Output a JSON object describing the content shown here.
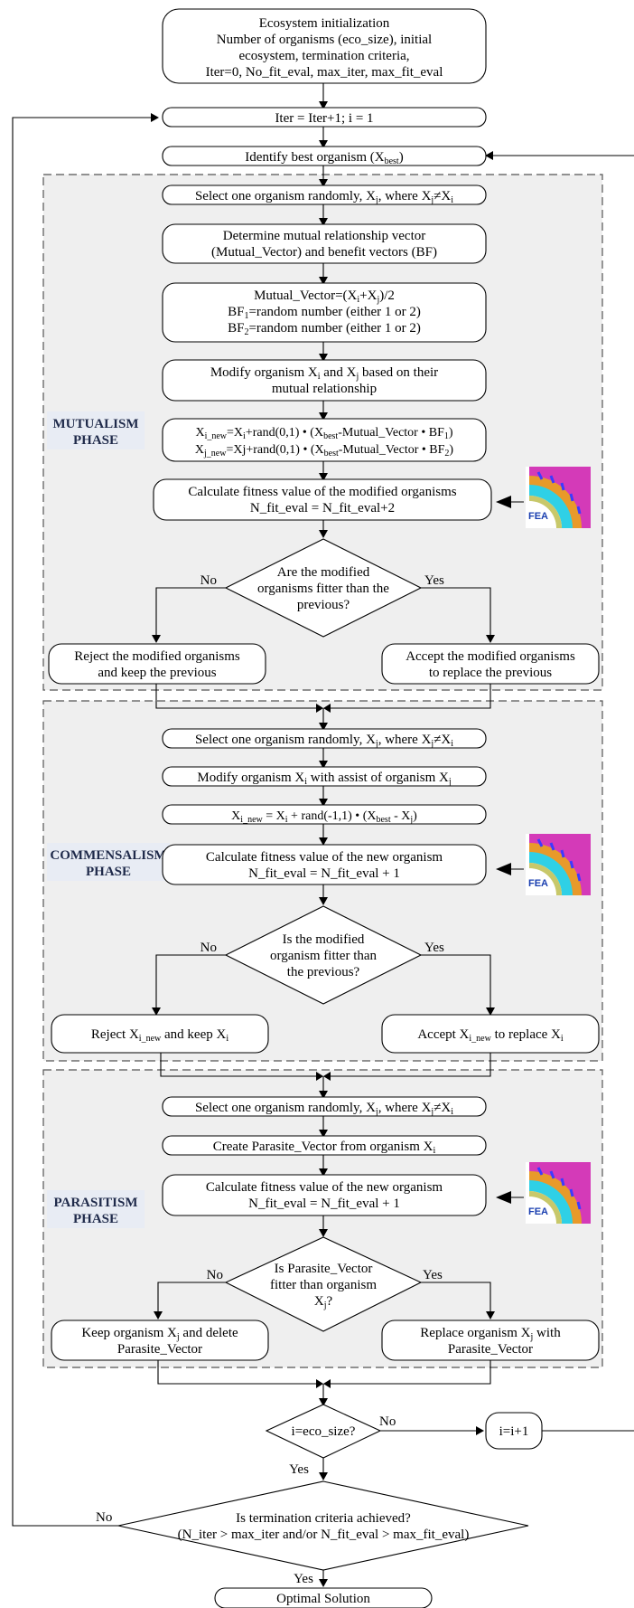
{
  "start": {
    "line1": "Ecosystem initialization",
    "line2": "Number of organisms (eco_size), initial",
    "line3": "ecosystem, termination criteria,",
    "line4": "Iter=0, No_fit_eval, max_iter, max_fit_eval"
  },
  "iter_box": "Iter = Iter+1; i = 1",
  "best_box": {
    "text": "Identify best organism (X",
    "sub": "best",
    "tail": ")"
  },
  "mutualism": {
    "label1": "MUTUALISM",
    "label2": "PHASE",
    "select": {
      "a": "Select one organism randomly, X",
      "b": "j",
      "c": ", where X",
      "d": "j",
      "e": "≠X",
      "f": "i"
    },
    "determine1": "Determine mutual relationship vector",
    "determine2": "(Mutual_Vector) and benefit vectors (BF)",
    "mv": {
      "a": "Mutual_Vector=(X",
      "b": "i",
      "c": "+X",
      "d": "j",
      "e": ")/2"
    },
    "bf1": {
      "a": "BF",
      "b": "1",
      "c": "=random number (either 1 or 2)"
    },
    "bf2": {
      "a": "BF",
      "b": "2",
      "c": "=random number (either 1 or 2)"
    },
    "modify1": {
      "a": "Modify organism X",
      "b": "i",
      "c": " and X",
      "d": "j",
      "e": " based on their"
    },
    "modify2": "mutual relationship",
    "upd1": {
      "a": "X",
      "b": "i_new",
      "c": "=X",
      "d": "i",
      "e": "+rand(0,1) • (X",
      "f": "best",
      "g": "-Mutual_Vector • BF",
      "h": "1",
      "i": ")"
    },
    "upd2": {
      "a": "X",
      "b": "j_new",
      "c": "=Xj+rand(0,1) • (X",
      "d": "best",
      "e": "-Mutual_Vector • BF",
      "f": "2",
      "g": ")"
    },
    "fitness1": "Calculate fitness value of the modified organisms",
    "fitness2": "N_fit_eval = N_fit_eval+2",
    "q1": "Are the modified",
    "q2": "organisms fitter than the",
    "q3": "previous?",
    "no": "No",
    "yes": "Yes",
    "reject1": "Reject the modified organisms",
    "reject2": "and keep the previous",
    "accept1": "Accept the modified organisms",
    "accept2": "to replace the previous",
    "fea": "FEA"
  },
  "commensalism": {
    "label1": "COMMENSALISM",
    "label2": "PHASE",
    "select": {
      "a": "Select one organism randomly, X",
      "b": "j",
      "c": ", where X",
      "d": "j",
      "e": "≠X",
      "f": "i"
    },
    "modify": {
      "a": "Modify organism X",
      "b": "i",
      "c": " with assist of organism X",
      "d": "j"
    },
    "upd": {
      "a": "X",
      "b": "i_new",
      "c": " = X",
      "d": "i",
      "e": " + rand(-1,1) • (X",
      "f": "best",
      "g": " - X",
      "h": "j",
      "i": ")"
    },
    "fitness1": "Calculate fitness value of the new organism",
    "fitness2": "N_fit_eval = N_fit_eval + 1",
    "q1": "Is the modified",
    "q2": "organism fitter than",
    "q3": "the previous?",
    "no": "No",
    "yes": "Yes",
    "reject": {
      "a": "Reject X",
      "b": "i_new",
      "c": " and keep X",
      "d": "i"
    },
    "accept": {
      "a": "Accept X",
      "b": "i_new",
      "c": " to replace X",
      "d": "i"
    },
    "fea": "FEA"
  },
  "parasitism": {
    "label1": "PARASITISM",
    "label2": "PHASE",
    "select": {
      "a": "Select one organism randomly, X",
      "b": "j",
      "c": ", where X",
      "d": "j",
      "e": "≠X",
      "f": "i"
    },
    "create": {
      "a": "Create Parasite_Vector from organism X",
      "b": "i"
    },
    "fitness1": "Calculate fitness value of the new organism",
    "fitness2": "N_fit_eval = N_fit_eval + 1",
    "q1": "Is Parasite_Vector",
    "q2": "fitter than organism",
    "q3": {
      "a": "X",
      "b": "j",
      "c": "?"
    },
    "no": "No",
    "yes": "Yes",
    "keep1": {
      "a": "Keep organism X",
      "b": "j",
      "c": " and delete"
    },
    "keep2": "Parasite_Vector",
    "replace1": {
      "a": "Replace organism X",
      "b": "j",
      "c": " with"
    },
    "replace2": "Parasite_Vector",
    "fea": "FEA"
  },
  "eco_check": {
    "text": "i=eco_size?",
    "no": "No",
    "yes": "Yes"
  },
  "inc_box": "i=i+1",
  "termination": {
    "line1": "Is termination criteria achieved?",
    "line2": "(N_iter > max_iter and/or N_fit_eval > max_fit_eval)",
    "no": "No",
    "yes": "Yes"
  },
  "end_box": "Optimal Solution",
  "colors": {
    "phase_bg": "#efefef",
    "phase_border": "#555555",
    "fea_text": "#1a3fb0",
    "fea_outer": "#d43ab8",
    "fea_mid": "#e89a2a",
    "fea_inner": "#2fd0e6"
  }
}
